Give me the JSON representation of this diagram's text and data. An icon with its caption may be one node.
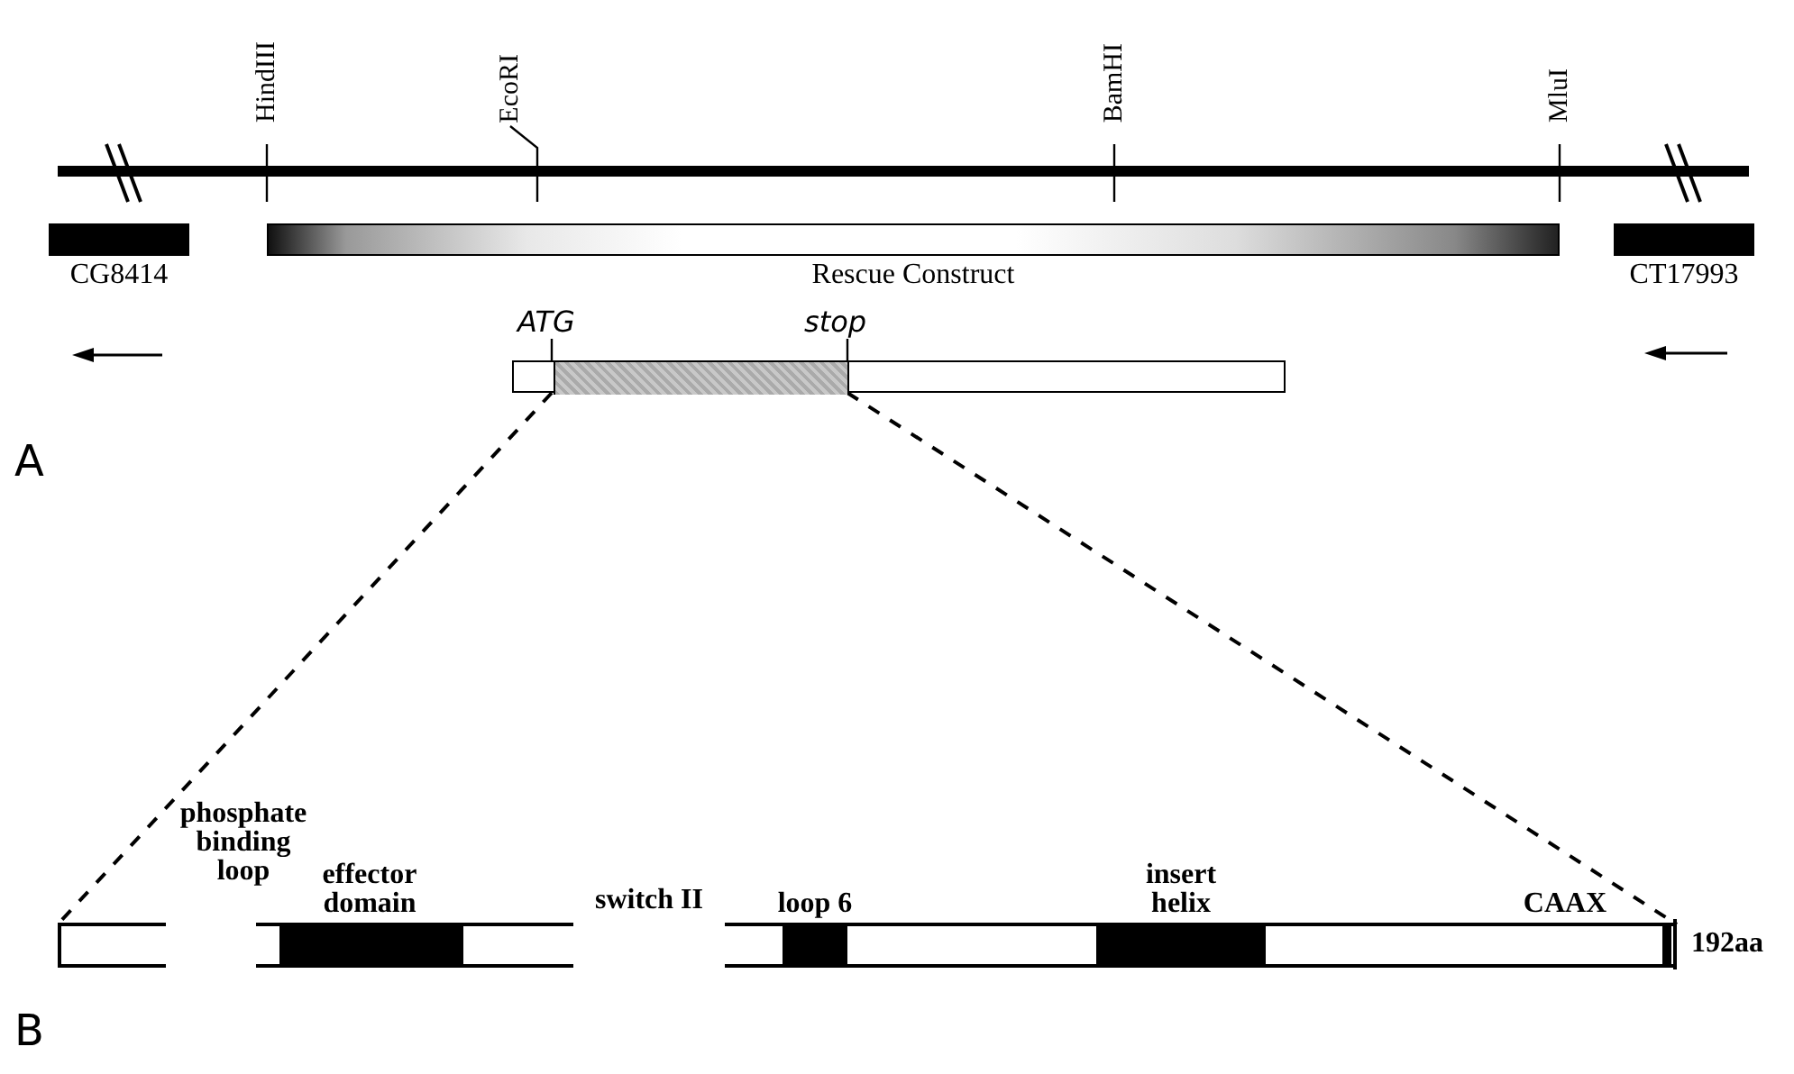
{
  "diagram": {
    "nodes": [
      {
        "text": [
          "CG8414"
        ]
      },
      {
        "text": [
          "Rescue Construct"
        ]
      },
      {
        "text": [
          "CT17993"
        ]
      },
      {
        "text": [],
        "shape": "bar"
      },
      {
        "text": [],
        "shape": "bar",
        "in": 3
      },
      {
        "text": [],
        "shape": "bar",
        "beside": [
          "192aa"
        ]
      },
      {
        "text": [
          "effector domain"
        ],
        "in": 5
      },
      {
        "text": [
          "loop 6"
        ],
        "in": 5
      },
      {
        "text": [
          "insert helix"
        ],
        "in": 5
      },
      {
        "text": [
          "CAAX"
        ],
        "in": 5
      }
    ],
    "edges": [
      {
        "from": 4,
        "to": 5,
        "arrow": "none",
        "style": "dashed"
      },
      {
        "from": 4,
        "to": 5,
        "arrow": "none",
        "style": "dashed"
      }
    ],
    "labels": [
      "HindIII",
      "EcoRI",
      "BamHI",
      "MluI",
      "ATG",
      "stop",
      "A",
      "phosphate binding loop",
      "switch II",
      "B"
    ]
  }
}
